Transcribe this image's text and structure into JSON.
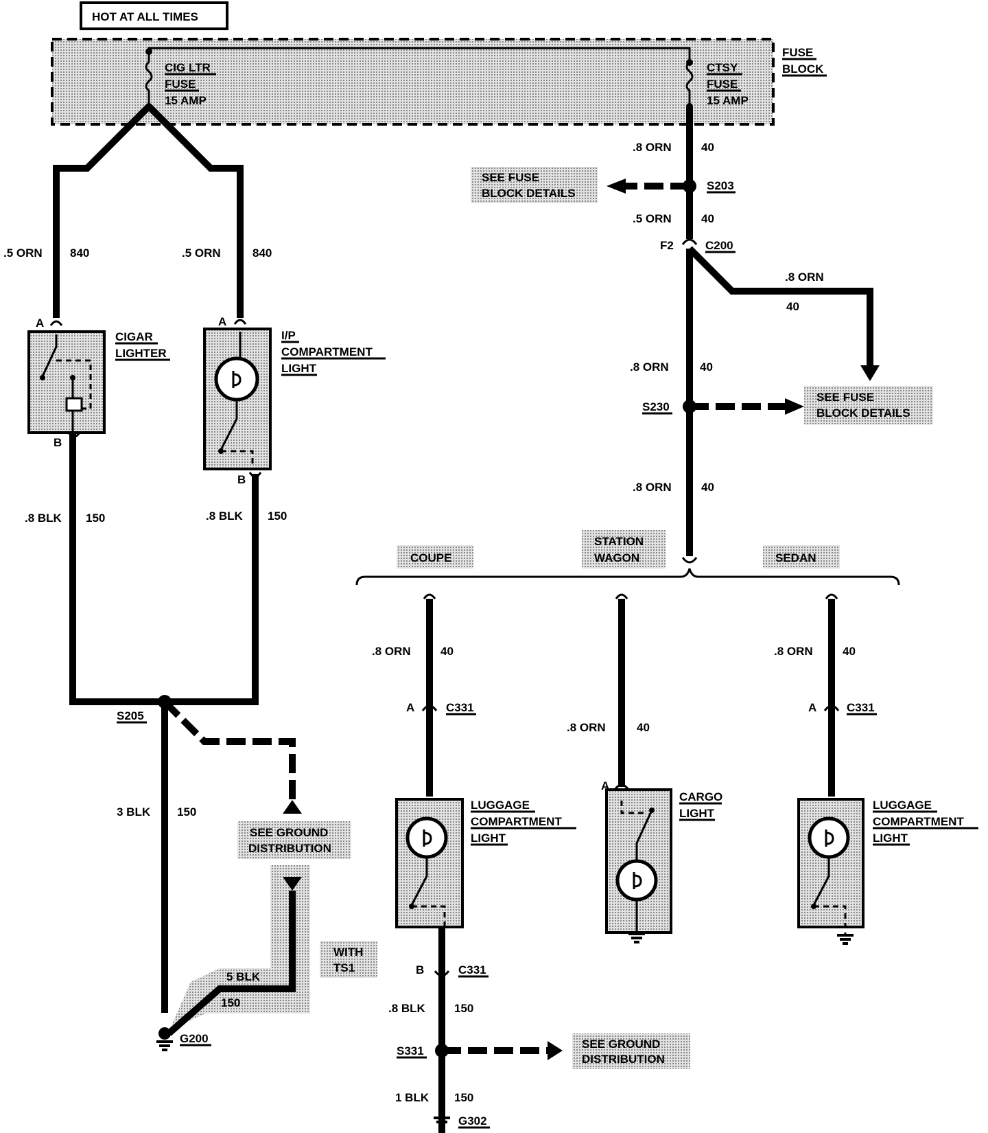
{
  "header": {
    "title": "HOT AT ALL TIMES"
  },
  "fuse_block": {
    "label_line1": "FUSE",
    "label_line2": "BLOCK",
    "cig_fuse": [
      "CIG LTR",
      "FUSE",
      "15 AMP"
    ],
    "ctsy_fuse": [
      "CTSY",
      "FUSE",
      "15 AMP"
    ]
  },
  "wires": {
    "w_05orn": ".5 ORN",
    "w_08orn": ".8 ORN",
    "w_08blk": ".8 BLK",
    "w_3blk": "3 BLK",
    "w_1blk": "1 BLK",
    "w_5blk": "5 BLK",
    "c840": "840",
    "c40": "40",
    "c150": "150"
  },
  "connectors": {
    "S203": "S203",
    "S230": "S230",
    "S205": "S205",
    "S331": "S331",
    "C200": "C200",
    "F2": "F2",
    "C331": "C331",
    "G200": "G200",
    "G302": "G302",
    "pinA": "A",
    "pinB": "B"
  },
  "components": {
    "cigar": [
      "CIGAR",
      "LIGHTER"
    ],
    "ip_light": [
      "I/P",
      "COMPARTMENT",
      "LIGHT"
    ],
    "luggage": [
      "LUGGAGE",
      "COMPARTMENT",
      "LIGHT"
    ],
    "cargo": [
      "CARGO",
      "LIGHT"
    ]
  },
  "notes": {
    "see_fuse": [
      "SEE FUSE",
      "BLOCK DETAILS"
    ],
    "see_ground": [
      "SEE GROUND",
      "DISTRIBUTION"
    ],
    "with_ts1": [
      "WITH",
      "TS1"
    ]
  },
  "body_styles": {
    "coupe": "COUPE",
    "wagon": [
      "STATION",
      "WAGON"
    ],
    "sedan": "SEDAN"
  }
}
